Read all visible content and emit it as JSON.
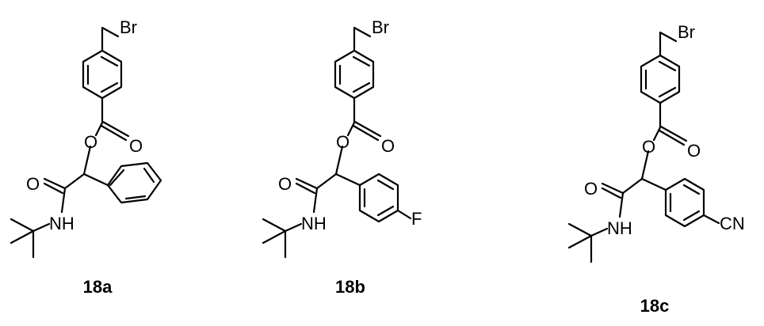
{
  "compounds": [
    {
      "id": "18a",
      "label": "18a",
      "atoms": {
        "br": "Br",
        "ester_o": "O",
        "carbonyl_o": "O",
        "amide_o": "O",
        "nh": "NH"
      }
    },
    {
      "id": "18b",
      "label": "18b",
      "atoms": {
        "br": "Br",
        "ester_o": "O",
        "carbonyl_o": "O",
        "amide_o": "O",
        "nh": "NH",
        "para_substituent": "F"
      }
    },
    {
      "id": "18c",
      "label": "18c",
      "atoms": {
        "br": "Br",
        "ester_o": "O",
        "carbonyl_o": "O",
        "amide_o": "O",
        "nh": "NH",
        "para_substituent": "CN"
      }
    }
  ]
}
